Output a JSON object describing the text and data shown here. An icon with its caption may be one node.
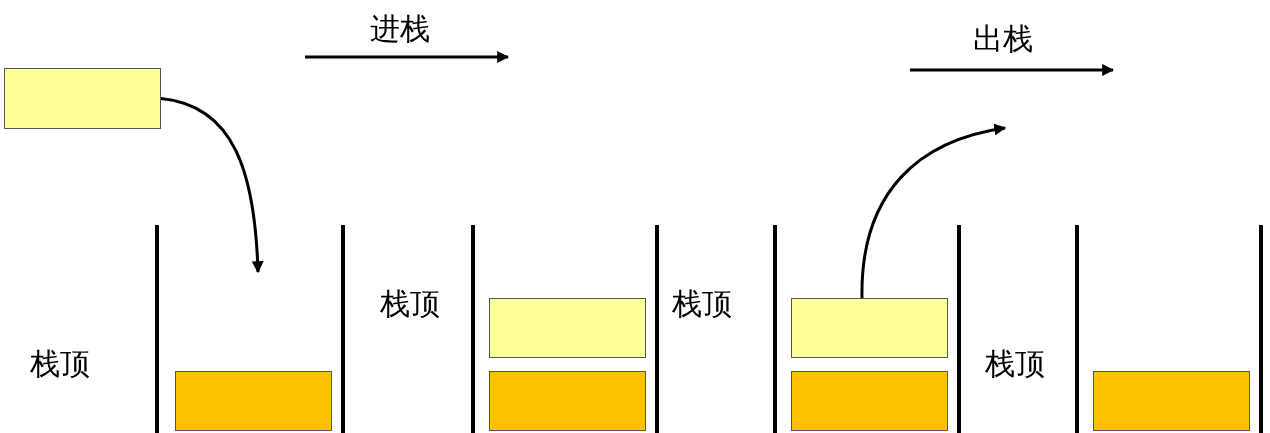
{
  "diagram": {
    "nodes": [
      {
        "text": [],
        "shape": "box"
      },
      {
        "text": [],
        "shape": "box"
      },
      {
        "text": [],
        "shape": "box",
        "in": 1
      },
      {
        "text": [],
        "shape": "box"
      },
      {
        "text": [],
        "shape": "box",
        "in": 3
      },
      {
        "text": [],
        "shape": "box",
        "in": 3
      },
      {
        "text": [],
        "shape": "box"
      },
      {
        "text": [],
        "shape": "box",
        "in": 6
      },
      {
        "text": [],
        "shape": "box",
        "in": 6
      },
      {
        "text": [],
        "shape": "box"
      },
      {
        "text": [],
        "shape": "box",
        "in": 9
      }
    ],
    "edges": [
      {
        "from": 0,
        "to": 1,
        "arrow": "to"
      },
      {
        "from": 7,
        "to": null,
        "arrow": "to"
      }
    ],
    "labels": [
      "进栈",
      "出栈",
      "栈顶",
      "栈顶",
      "栈顶",
      "栈顶"
    ]
  }
}
